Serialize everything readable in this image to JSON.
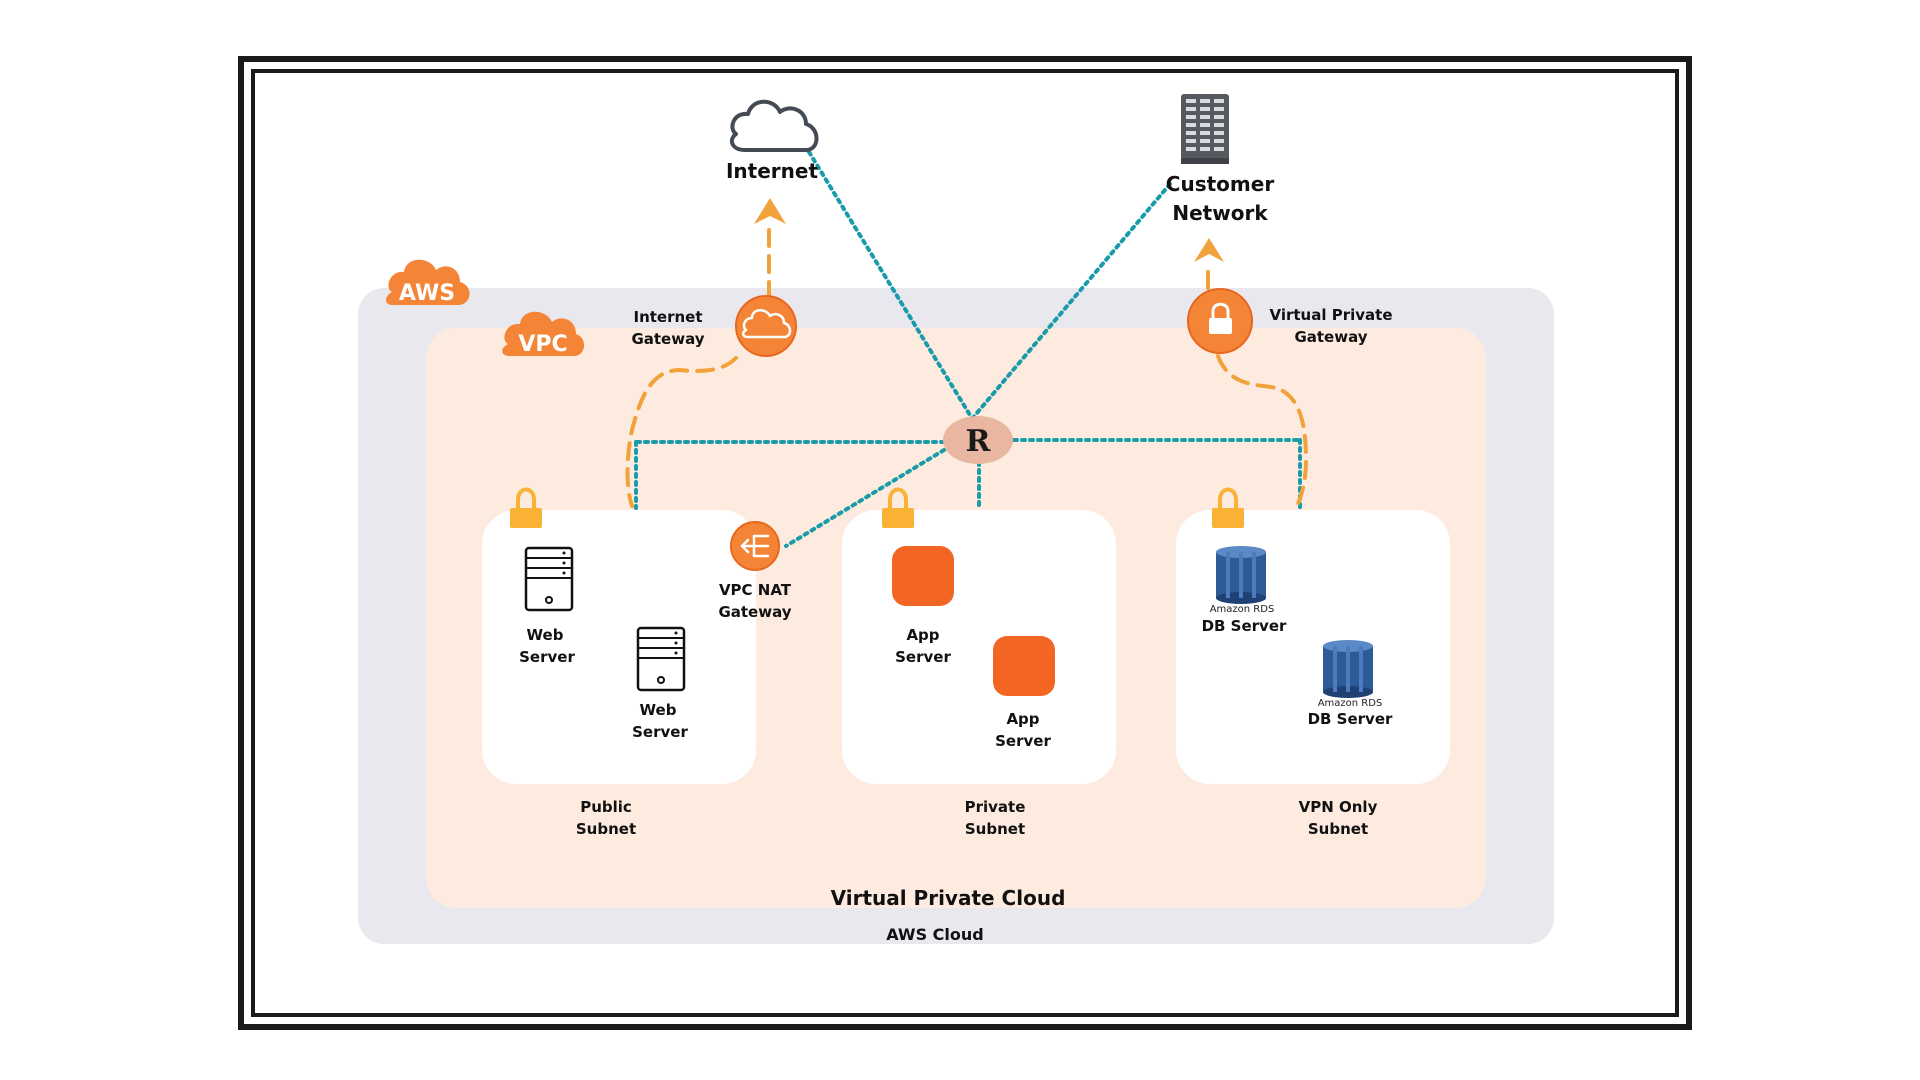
{
  "colors": {
    "aws_orange": "#F58536",
    "vpc_fill": "#FDEBE0",
    "aws_cloud_fill": "#E8E8EE",
    "dotted_line": "#1A9BAA",
    "dashed_line": "#F2A23A",
    "router_fill": "#E9B6A1",
    "lock_fill": "#F9B233",
    "rds_blue": "#2E5B97",
    "ec2_orange": "#F26522",
    "frame": "#1a1a1a"
  },
  "labels": {
    "internet": "Internet",
    "customer_network": [
      "Customer",
      "Network"
    ],
    "aws_logo": "AWS",
    "vpc_logo": "VPC",
    "internet_gateway": [
      "Internet",
      "Gateway"
    ],
    "virtual_private_gateway": [
      "Virtual Private",
      "Gateway"
    ],
    "router": "R",
    "vpc_nat_gateway": [
      "VPC NAT",
      "Gateway"
    ],
    "web_server_1": [
      "Web",
      "Server"
    ],
    "web_server_2": [
      "Web",
      "Server"
    ],
    "app_server_1": [
      "App",
      "Server"
    ],
    "app_server_2": [
      "App",
      "Server"
    ],
    "rds_caption_1": "Amazon RDS",
    "db_server_1": "DB Server",
    "rds_caption_2": "Amazon RDS",
    "db_server_2": "DB Server",
    "public_subnet": [
      "Public",
      "Subnet"
    ],
    "private_subnet": [
      "Private",
      "Subnet"
    ],
    "vpn_subnet": [
      "VPN Only",
      "Subnet"
    ],
    "virtual_private_cloud": "Virtual Private Cloud",
    "aws_cloud": "AWS Cloud"
  }
}
